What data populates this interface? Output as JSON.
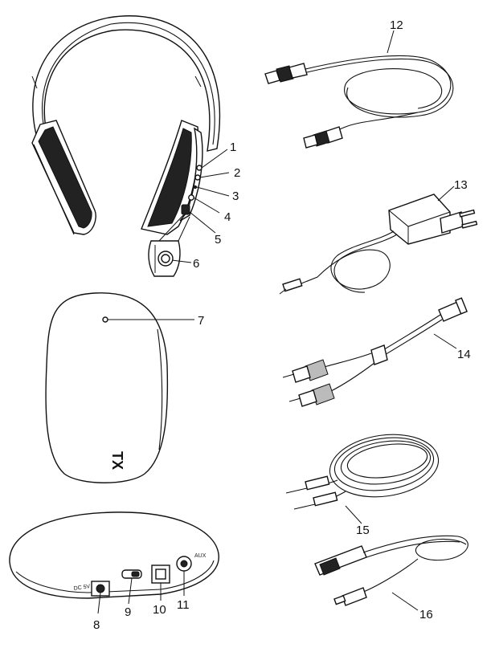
{
  "callouts": [
    "1",
    "2",
    "3",
    "4",
    "5",
    "6",
    "7",
    "8",
    "9",
    "10",
    "11",
    "12",
    "13",
    "14",
    "15",
    "16"
  ],
  "transmitter": {
    "top_marking": "TX",
    "dc_label": "DC 5V",
    "aux_label": "AUX"
  }
}
